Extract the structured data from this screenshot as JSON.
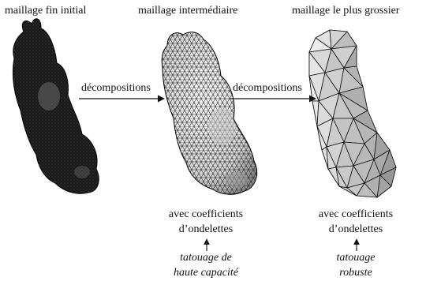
{
  "stages": [
    {
      "title": "maillage fin initial"
    },
    {
      "title": "maillage intermédiaire",
      "coeff_line1": "avec coefficients",
      "coeff_line2": "d’ondelettes",
      "use_line1": "tatouage de",
      "use_line2": "haute capacité"
    },
    {
      "title": "maillage le plus grossier",
      "coeff_line1": "avec coefficients",
      "coeff_line2": "d’ondelettes",
      "use_line1": "tatouage",
      "use_line2": "robuste"
    }
  ],
  "arrows": [
    {
      "label": "décompositions"
    },
    {
      "label": "décompositions"
    }
  ]
}
